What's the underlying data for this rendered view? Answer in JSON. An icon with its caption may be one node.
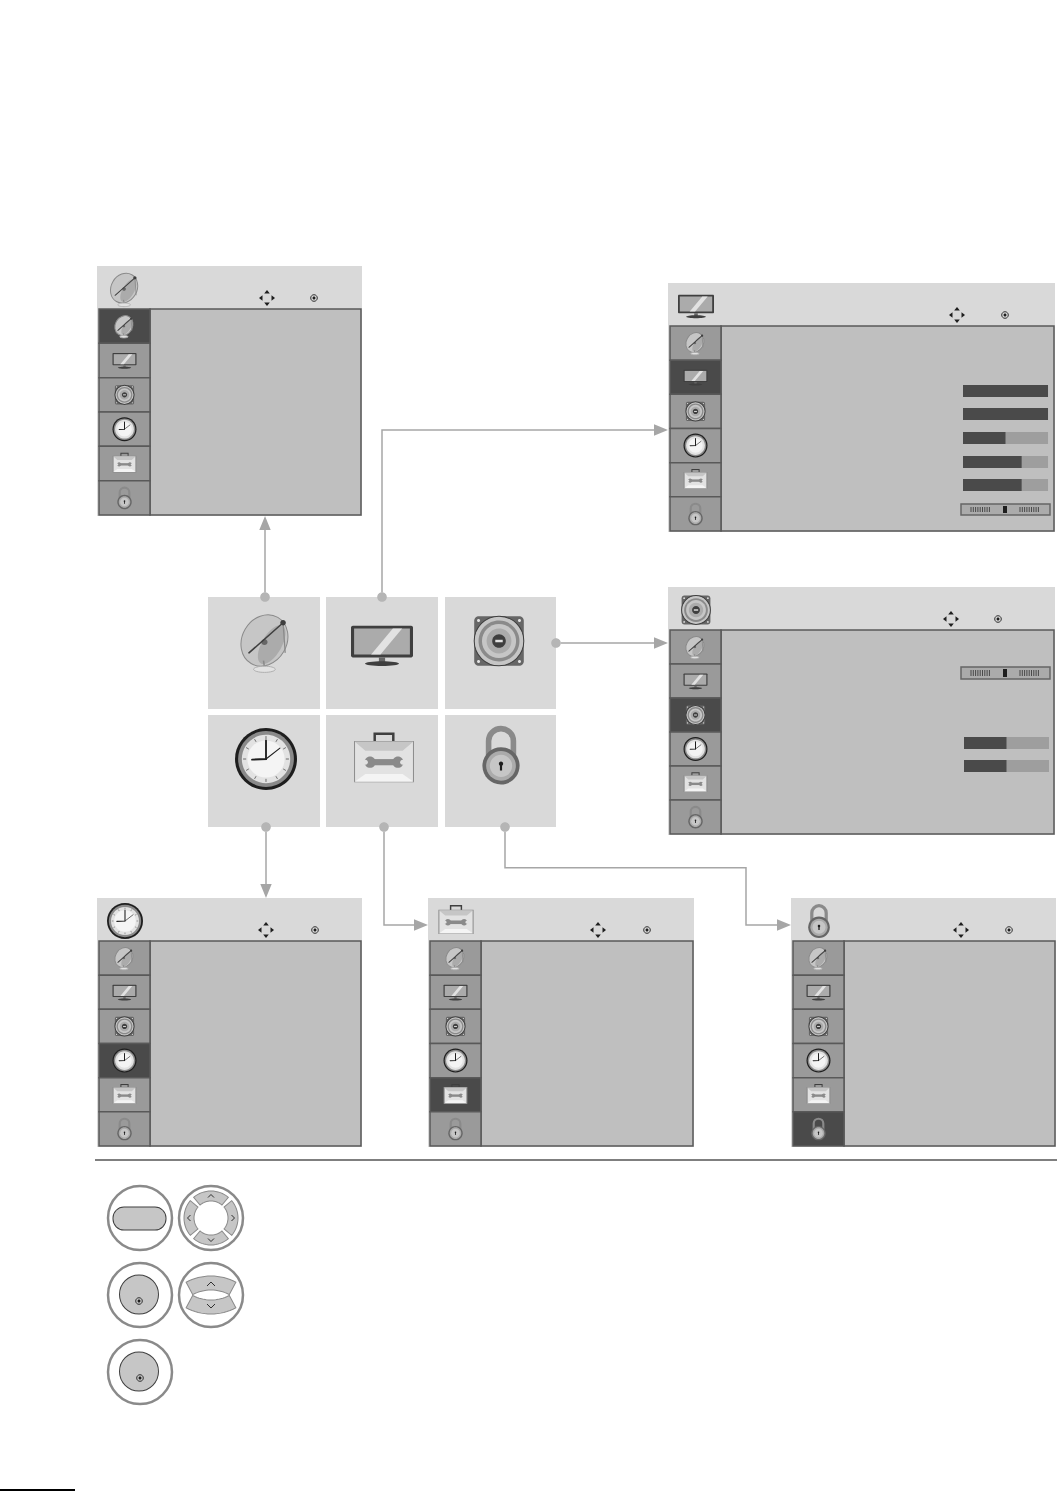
{
  "diagram": {
    "nodes": [
      {
        "text": [],
        "shape": "screen"
      },
      {
        "text": [],
        "shape": "screen"
      },
      {
        "text": [],
        "shape": "circle"
      },
      {
        "text": [],
        "shape": "circle"
      },
      {
        "text": [],
        "shape": "picture"
      },
      {
        "text": [],
        "shape": "picture"
      },
      {
        "text": [],
        "shape": "picture"
      },
      {
        "text": [],
        "shape": "circle"
      },
      {
        "text": [],
        "shape": "screen"
      },
      {
        "text": [],
        "shape": "picture"
      },
      {
        "text": [],
        "shape": "picture"
      },
      {
        "text": [],
        "shape": "picture"
      },
      {
        "text": [],
        "shape": "circle"
      },
      {
        "text": [],
        "shape": "circle"
      },
      {
        "text": [],
        "shape": "circle"
      },
      {
        "text": [],
        "shape": "screen"
      },
      {
        "text": [],
        "shape": "screen"
      },
      {
        "text": [],
        "shape": "screen"
      }
    ],
    "edges": [
      {
        "from": 2,
        "to": 0,
        "arrow": "to"
      },
      {
        "from": 3,
        "to": 1,
        "arrow": "to"
      },
      {
        "from": 7,
        "to": 8,
        "arrow": "to"
      },
      {
        "from": 12,
        "to": 15,
        "arrow": "to"
      },
      {
        "from": 13,
        "to": 16,
        "arrow": "to"
      },
      {
        "from": 14,
        "to": 17,
        "arrow": "to"
      }
    ]
  }
}
